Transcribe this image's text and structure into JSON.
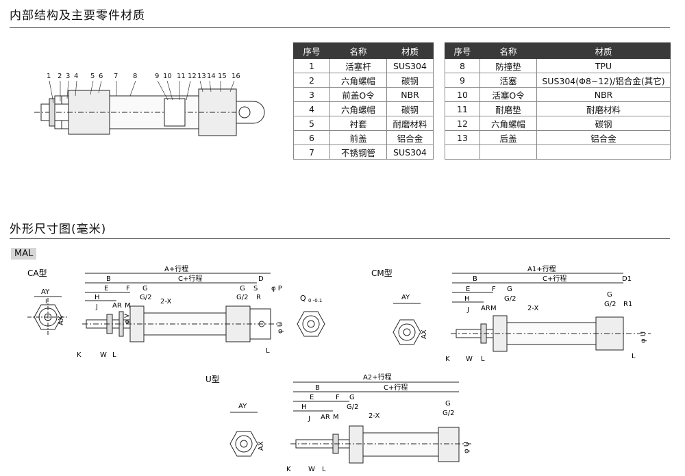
{
  "titles": {
    "internal": "内部结构及主要零件材质",
    "external": "外形尺寸图(毫米)",
    "series": "MAL"
  },
  "table_left": {
    "headers": [
      "序号",
      "名称",
      "材质"
    ],
    "rows": [
      [
        "1",
        "活塞杆",
        "SUS304"
      ],
      [
        "2",
        "六角螺帽",
        "碳钢"
      ],
      [
        "3",
        "前盖O令",
        "NBR"
      ],
      [
        "4",
        "六角螺帽",
        "碳钢"
      ],
      [
        "5",
        "衬套",
        "耐磨材料"
      ],
      [
        "6",
        "前盖",
        "铝合金"
      ],
      [
        "7",
        "不锈钢管",
        "SUS304"
      ]
    ]
  },
  "table_right": {
    "headers": [
      "序号",
      "名称",
      "材质"
    ],
    "rows": [
      [
        "8",
        "防撞垫",
        "TPU"
      ],
      [
        "9",
        "活塞",
        "SUS304(Φ8~12)/铝合金(其它)"
      ],
      [
        "10",
        "活塞O令",
        "NBR"
      ],
      [
        "11",
        "耐磨垫",
        "耐磨材料"
      ],
      [
        "12",
        "六角螺帽",
        "碳钢"
      ],
      [
        "13",
        "后盖",
        "铝合金"
      ],
      [
        "",
        "",
        ""
      ]
    ]
  },
  "section_numbers": [
    "1",
    "2",
    "3",
    "4",
    "5",
    "6",
    "7",
    "8",
    "9",
    "10",
    "11",
    "12",
    "13",
    "14",
    "15",
    "16"
  ],
  "types": {
    "ca": "CA型",
    "cm": "CM型",
    "u": "U型"
  },
  "dims": {
    "A": "A+行程",
    "A1": "A1+行程",
    "A2": "A2+行程",
    "C": "C+行程",
    "B": "B",
    "D": "D",
    "D1": "D1",
    "E": "E",
    "F": "F",
    "G": "G",
    "G2": "G/2",
    "H": "H",
    "J": "J",
    "M": "M",
    "AR": "AR",
    "S": "S",
    "R": "R",
    "R1": "R1",
    "X": "2-X",
    "V": "φ V",
    "U": "φ U",
    "P": "φ P",
    "Q": "Q",
    "Qtol": "0 -0.1",
    "AY": "AY",
    "AX": "AX",
    "I": "I",
    "K": "K",
    "W": "W",
    "L": "L"
  }
}
